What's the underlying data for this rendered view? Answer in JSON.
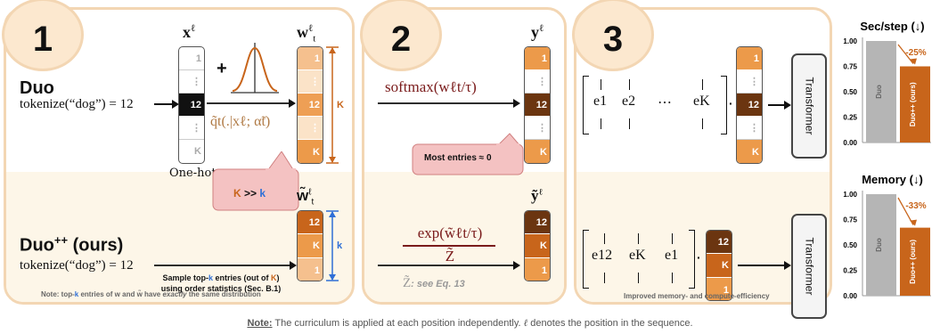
{
  "panel1": {
    "number": "1",
    "x_label": "x",
    "x_sup": "ℓ",
    "w_label": "w",
    "w_sup": "ℓ",
    "w_sub": "t",
    "plus": "+",
    "duo_title": "Duo",
    "duo_tokenize": "tokenize(“dog”) = 12",
    "q_dist": "q̃t(.|xℓ; α̃t)",
    "onehot_label": "One-hot",
    "onehot_cells": [
      "1",
      "⋮",
      "12",
      "⋮",
      "K"
    ],
    "w_cells": [
      "1",
      "⋮",
      "12",
      "⋮",
      "K"
    ],
    "k_big": "K",
    "callout_K": "K",
    "callout_gg": ">>",
    "callout_k": "k",
    "wtilde_label": "w̃",
    "wtilde_sup": "ℓ",
    "wtilde_sub": "t",
    "duopp_title": "Duo",
    "duopp_sup": "++",
    "duopp_suffix": "(ours)",
    "duopp_tokenize": "tokenize(“dog”) = 12",
    "sample_line1_a": "Sample top-",
    "sample_line1_k": "k",
    "sample_line1_b": " entries (out of ",
    "sample_line1_K": "K",
    "sample_line1_c": ")",
    "sample_line2": "using order statistics (Sec. B.1)",
    "wtilde_cells": [
      "12",
      "K",
      "1"
    ],
    "k_small": "k",
    "note_a": "Note: top-",
    "note_k": "k",
    "note_b": " entries of w",
    "note_c": " and w̃",
    "note_d": " have ",
    "note_exactly": "exactly",
    "note_e": " the same distribution"
  },
  "panel2": {
    "number": "2",
    "y_label": "y",
    "y_sup": "ℓ",
    "softmax": "softmax(wℓt/τ)",
    "y_cells": [
      "1",
      "⋮",
      "12",
      "⋮",
      "K"
    ],
    "callout": "Most entries ≈ 0",
    "ytilde_label": "ỹ",
    "ytilde_sup": "ℓ",
    "exp_num": "exp(w̃ℓt/τ)",
    "exp_den": "Z̃",
    "ytilde_cells": [
      "12",
      "K",
      "1"
    ],
    "z_note_sym": "Z̃",
    "z_note_text": ": see Eq. 13"
  },
  "panel3": {
    "number": "3",
    "matrix_top": [
      "e1",
      "e2",
      "⋯",
      "eK"
    ],
    "cells": [
      "1",
      "⋮",
      "12",
      "⋮",
      "K"
    ],
    "transformer": "Transformer",
    "matrix_bottom": [
      "e12",
      "eK",
      "e1"
    ],
    "bottom_cells": [
      "12",
      "K",
      "1"
    ],
    "transformer2": "Transformer",
    "footer": "Improved memory- and compute-efficiency"
  },
  "colors": {
    "orange_light": "#f8cfa0",
    "orange_mid": "#ec9a4a",
    "orange_dark": "#c8651b",
    "brown": "#7a3f12",
    "black_cell": "#111111",
    "gray_bar": "#b5b5b5",
    "blue": "#2f6fd6",
    "callout_bg": "#f4c2c2"
  },
  "chart_data": [
    {
      "type": "bar",
      "title": "Sec/step (↓)",
      "categories": [
        "Duo",
        "Duo++ (ours)"
      ],
      "values": [
        1.0,
        0.75
      ],
      "ylim": [
        0,
        1.0
      ],
      "yticks": [
        "1.00",
        "0.75",
        "0.50",
        "0.25",
        "0.00"
      ],
      "annotation": "-25%"
    },
    {
      "type": "bar",
      "title": "Memory (↓)",
      "categories": [
        "Duo",
        "Duo++ (ours)"
      ],
      "values": [
        1.0,
        0.67
      ],
      "ylim": [
        0,
        1.0
      ],
      "yticks": [
        "1.00",
        "0.75",
        "0.50",
        "0.25",
        "0.00"
      ],
      "annotation": "-33%"
    }
  ],
  "footer": {
    "note_label": "Note:",
    "note_text_a": " The curriculum is applied at each position independently. ",
    "note_ell": "ℓ",
    "note_text_b": " denotes the position in the sequence."
  }
}
